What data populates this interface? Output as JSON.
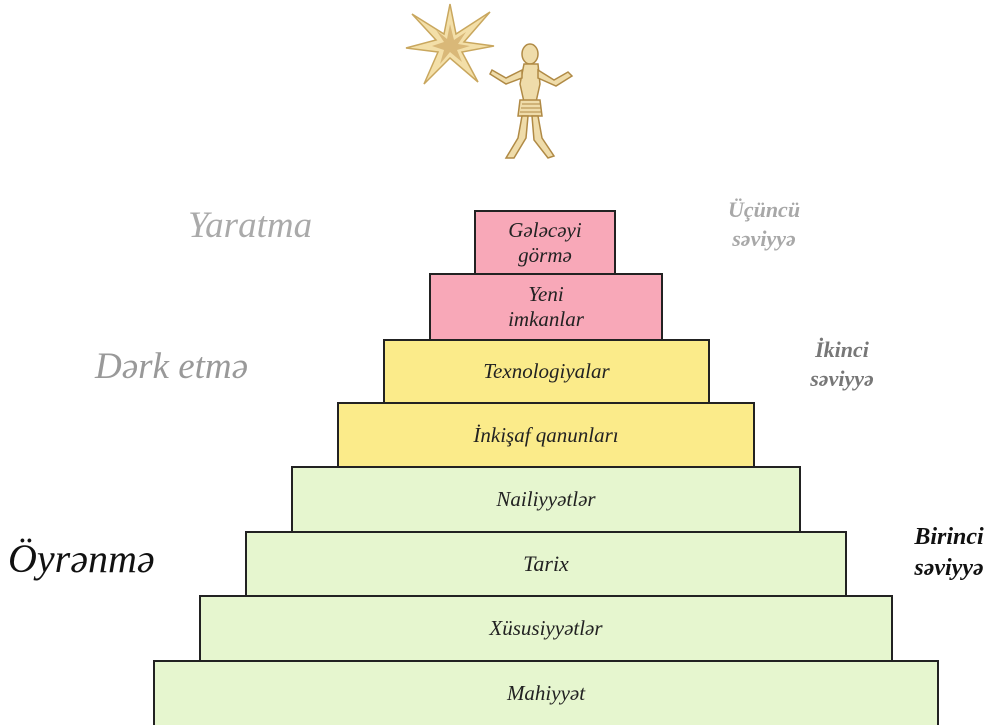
{
  "stages": {
    "creation": "Yaratma",
    "understanding": "Dərk etmə",
    "learning": "Öyrənmə"
  },
  "levels": {
    "third": {
      "line1": "Üçüncü",
      "line2": "səviyyə"
    },
    "second": {
      "line1": "İkinci",
      "line2": "səviyyə"
    },
    "first": {
      "line1": "Birinci",
      "line2": "səviyyə"
    }
  },
  "pyramid": {
    "top_line1": "Gələcəyi",
    "top_line2": "görmə",
    "opportunities_line1": "Yeni",
    "opportunities_line2": "imkanlar",
    "technologies": "Texnologiyalar",
    "laws": "İnkişaf qanunları",
    "achievements": "Nailiyyətlər",
    "history": "Tarix",
    "features": "Xüsusiyyətlər",
    "essence": "Mahiyyət"
  },
  "colors": {
    "pink": "#f8a8b8",
    "yellow": "#fbeb8a",
    "green": "#e6f6cf",
    "illustration": "#d9b878"
  },
  "icons": [
    "star-icon",
    "human-figure-icon"
  ]
}
